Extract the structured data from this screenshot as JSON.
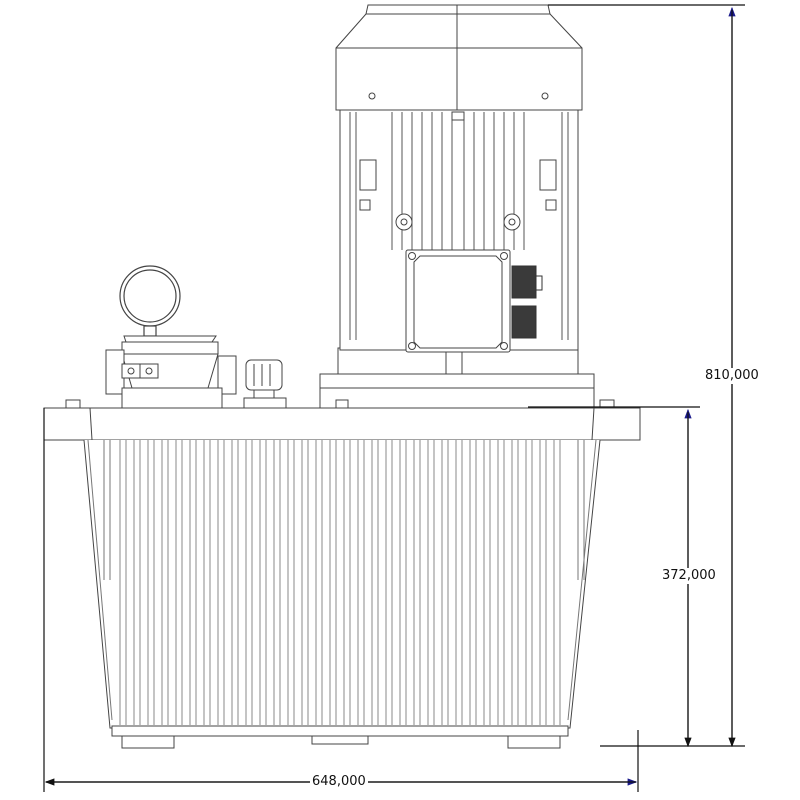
{
  "drawing": {
    "subject": "Hydraulic power unit - front view",
    "line_color": "#333333",
    "arrow_color": "#1a1a8c",
    "components": {
      "motor": "Electric motor with cooling fins and fan cover",
      "terminal_box": "Motor terminal box with 4 screws",
      "cable_glands": "2 cable glands",
      "pressure_gauge": "Round pressure gauge",
      "valve_block": "Pressure relief valve block",
      "filler_cap": "Oil filler / breather cap",
      "motor_flange": "Motor mounting flange / bell housing",
      "tank": "Finned oil reservoir tank"
    }
  },
  "dimensions": {
    "total_height": {
      "label": "810,000",
      "value": 810.0
    },
    "tank_height": {
      "label": "372,000",
      "value": 372.0
    },
    "total_width": {
      "label": "648,000",
      "value": 648.0
    }
  }
}
